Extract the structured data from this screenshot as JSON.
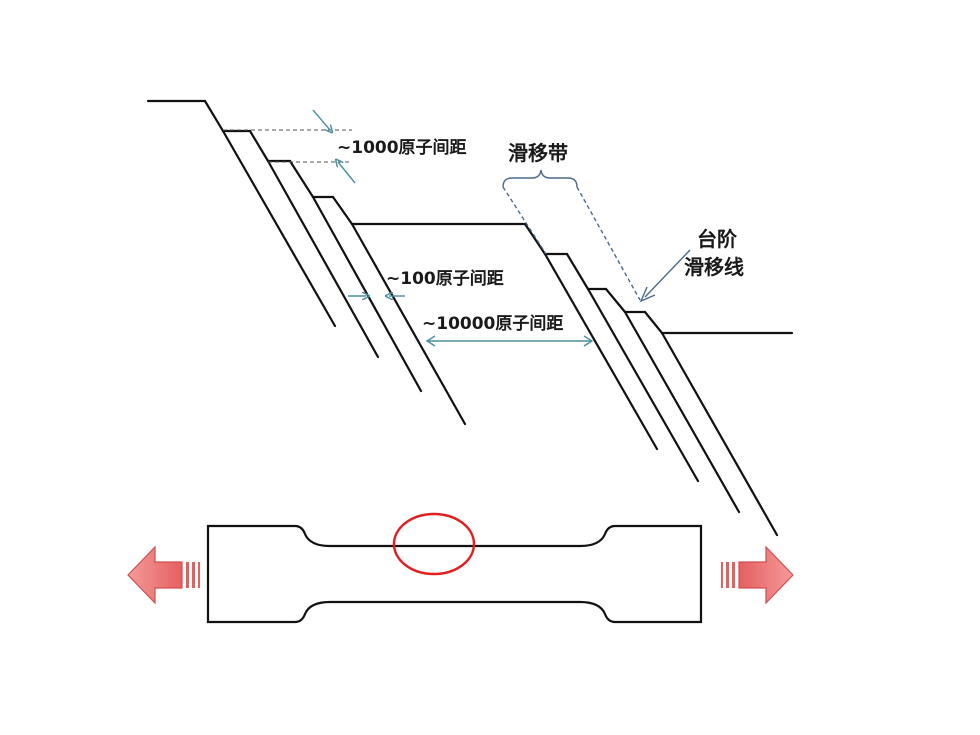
{
  "labels": {
    "spacing_1000": "~1000原子间距",
    "spacing_100": "~100原子间距",
    "spacing_10000": "~10000原子间距",
    "slip_band": "滑移带",
    "step": "台阶",
    "slip_line": "滑移线"
  },
  "colors": {
    "line": "#111111",
    "dimension": "#4a8fa0",
    "highlight_circle": "#e02020",
    "arrow_fill": "#f08080",
    "arrow_edge": "#d05050"
  }
}
